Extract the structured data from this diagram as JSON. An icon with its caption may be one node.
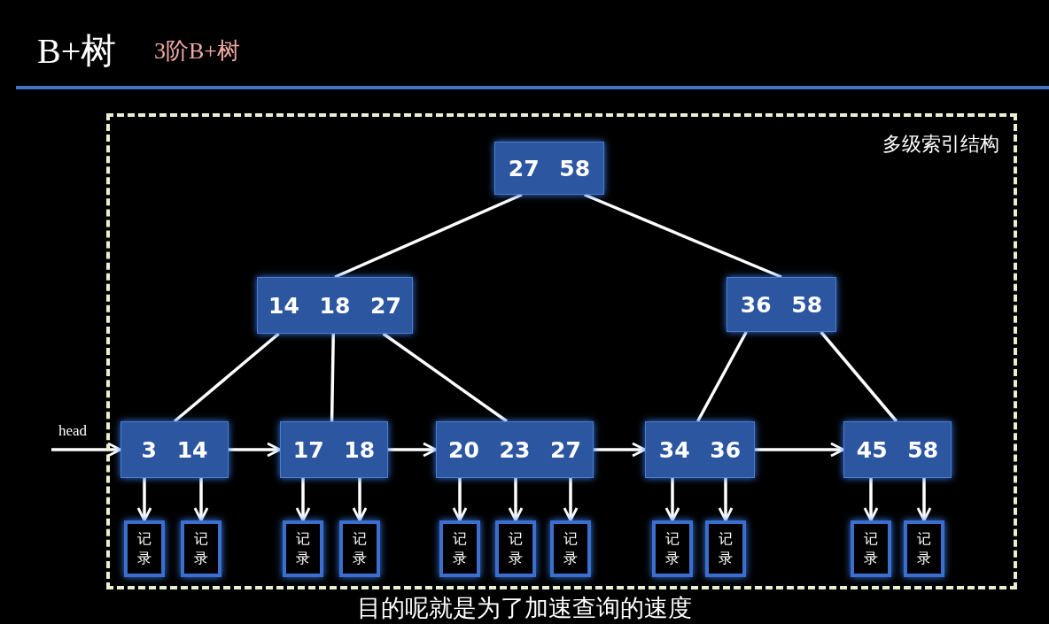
{
  "diagram": {
    "title": "B+树",
    "caption": "目的呢就是为了加速查询的速度",
    "nodes": [
      {
        "text": [
          "多级索引结构"
        ]
      },
      {
        "text": [
          "27 58"
        ],
        "in": 0
      },
      {
        "text": [
          "14 18 27"
        ],
        "in": 0
      },
      {
        "text": [
          "36 58"
        ],
        "in": 0
      },
      {
        "text": [
          "3 14"
        ],
        "in": 0
      },
      {
        "text": [
          "17 18"
        ],
        "in": 0
      },
      {
        "text": [
          "20 23 27"
        ],
        "in": 0
      },
      {
        "text": [
          "34 36"
        ],
        "in": 0
      },
      {
        "text": [
          "45 58"
        ],
        "in": 0
      },
      {
        "text": [
          "记录"
        ],
        "in": 0
      },
      {
        "text": [
          "记录"
        ],
        "in": 0
      },
      {
        "text": [
          "记录"
        ],
        "in": 0
      },
      {
        "text": [
          "记录"
        ],
        "in": 0
      },
      {
        "text": [
          "记录"
        ],
        "in": 0
      },
      {
        "text": [
          "记录"
        ],
        "in": 0
      },
      {
        "text": [
          "记录"
        ],
        "in": 0
      },
      {
        "text": [
          "记录"
        ],
        "in": 0
      },
      {
        "text": [
          "记录"
        ],
        "in": 0
      },
      {
        "text": [
          "记录"
        ],
        "in": 0
      },
      {
        "text": [
          "记录"
        ],
        "in": 0
      }
    ],
    "edges": [
      {
        "from": 1,
        "to": 2,
        "arrow": "none"
      },
      {
        "from": 1,
        "to": 3,
        "arrow": "none"
      },
      {
        "from": 2,
        "to": 4,
        "arrow": "none"
      },
      {
        "from": 2,
        "to": 5,
        "arrow": "none"
      },
      {
        "from": 2,
        "to": 6,
        "arrow": "none"
      },
      {
        "from": 3,
        "to": 7,
        "arrow": "none"
      },
      {
        "from": 3,
        "to": 8,
        "arrow": "none"
      },
      {
        "from": null,
        "to": 4,
        "arrow": "to",
        "label": "head"
      },
      {
        "from": 4,
        "to": 5,
        "arrow": "to"
      },
      {
        "from": 5,
        "to": 6,
        "arrow": "to"
      },
      {
        "from": 6,
        "to": 7,
        "arrow": "to"
      },
      {
        "from": 7,
        "to": 8,
        "arrow": "to"
      },
      {
        "from": 4,
        "to": 9,
        "arrow": "to"
      },
      {
        "from": 4,
        "to": 10,
        "arrow": "to"
      },
      {
        "from": 5,
        "to": 11,
        "arrow": "to"
      },
      {
        "from": 5,
        "to": 12,
        "arrow": "to"
      },
      {
        "from": 6,
        "to": 13,
        "arrow": "to"
      },
      {
        "from": 6,
        "to": 14,
        "arrow": "to"
      },
      {
        "from": 6,
        "to": 15,
        "arrow": "to"
      },
      {
        "from": 7,
        "to": 16,
        "arrow": "to"
      },
      {
        "from": 7,
        "to": 17,
        "arrow": "to"
      },
      {
        "from": 8,
        "to": 18,
        "arrow": "to"
      },
      {
        "from": 8,
        "to": 19,
        "arrow": "to"
      }
    ],
    "labels": [
      "3阶B+树"
    ]
  }
}
